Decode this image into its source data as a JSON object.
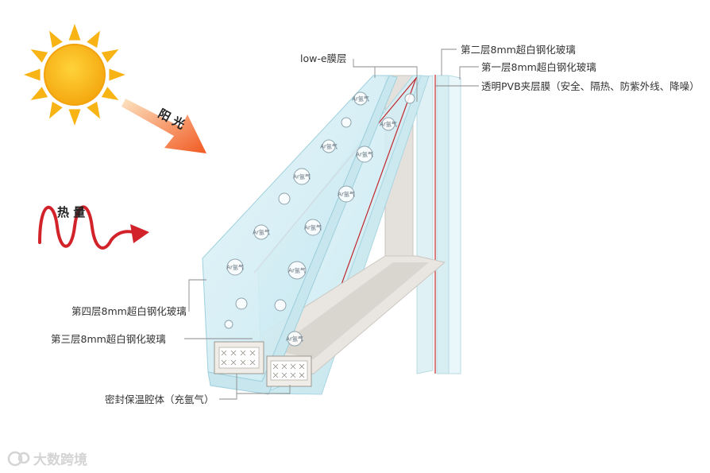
{
  "labels": {
    "sunlight": "阳 光",
    "heat": "热 量",
    "low_e": "low-e膜层",
    "glass_2": "第二层8mm超白钢化玻璃",
    "glass_1": "第一层8mm超白钢化玻璃",
    "pvb": "透明PVB夹层膜（安全、隔热、防紫外线、降噪）",
    "glass_4": "第四层8mm超白钢化玻璃",
    "glass_3": "第三层8mm超白钢化玻璃",
    "cavity": "密封保温腔体（充氩气）"
  },
  "bubble_tag": "Ar氩气",
  "watermark": "大数跨境",
  "colors": {
    "sun": "#f7b414",
    "arrow": "#f15a22",
    "heat_wave": "#d2232a",
    "low_e_line": "#c0272d",
    "glass": "#bfe6ef",
    "spacer": "#e4e1dc"
  }
}
